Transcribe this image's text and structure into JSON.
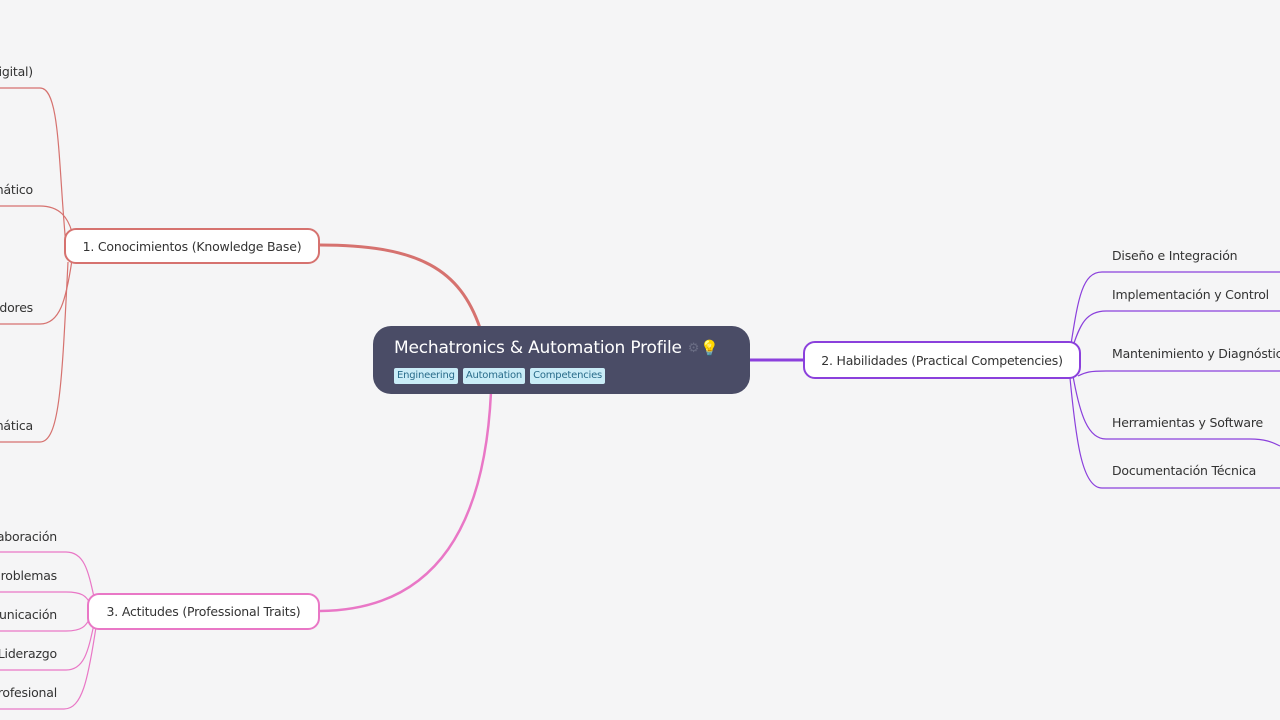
{
  "root": {
    "title": "Mechatronics & Automation Profile",
    "icons": [
      "gear-icon",
      "lightbulb-icon"
    ],
    "tags": [
      "Engineering",
      "Automation",
      "Competencies"
    ]
  },
  "branches": [
    {
      "label": "1. Conocimientos (Knowledge Base)",
      "color": "#d6726f",
      "children": [
        "igital)",
        "nático",
        "dores",
        "nática"
      ]
    },
    {
      "label": "2. Habilidades (Practical Competencies)",
      "color": "#8b40dc",
      "children": [
        "Diseño e Integración",
        "Implementación y Control",
        "Mantenimiento y Diagnóstic",
        "Herramientas y Software",
        "Documentación Técnica"
      ]
    },
    {
      "label": "3. Actitudes (Professional Traits)",
      "color": "#e977c6",
      "children": [
        "aboración",
        "roblemas",
        "unicación",
        "Liderazgo",
        "rofesional"
      ]
    }
  ]
}
